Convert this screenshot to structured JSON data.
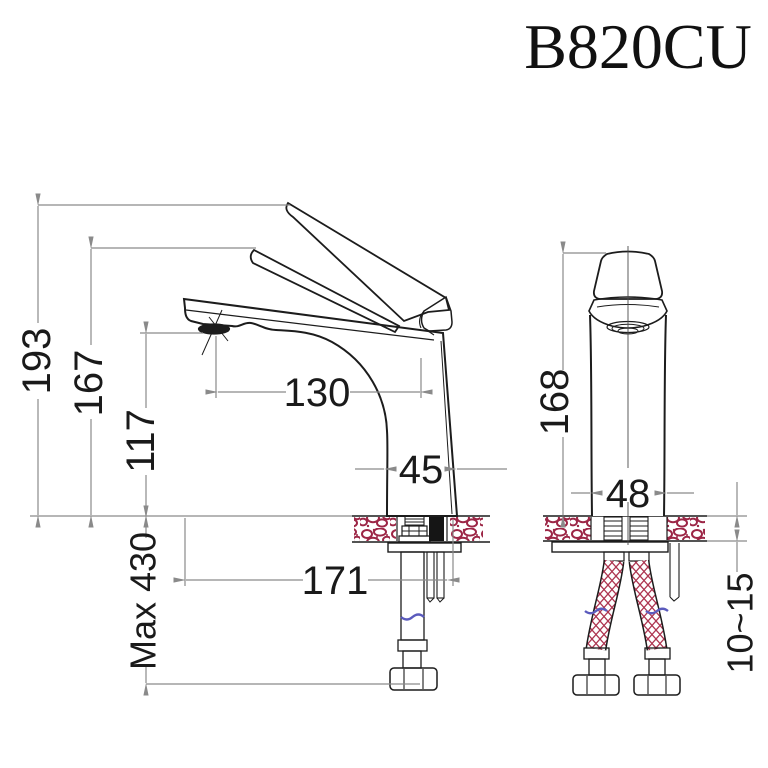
{
  "title": "B820CU",
  "front_view": {
    "description": "faucet side elevation with mounting hose",
    "dimensions": {
      "total_height": "193",
      "body_height": "167",
      "spout_outlet_height": "117",
      "spout_reach": "130",
      "base_width": "45",
      "overall_projection": "171",
      "hose_length": "Max 430"
    }
  },
  "side_view": {
    "description": "faucet front elevation with twin supply hoses",
    "dimensions": {
      "height": "168",
      "base_width": "48",
      "mounting_thickness": "10~15"
    }
  },
  "colors": {
    "outline": "#1c1c1c",
    "dimension_line": "#8a8a8a",
    "counter_hatch": "#9c2646",
    "hose_braid": "#ad3550",
    "hose_band": "#5b5bbd"
  }
}
